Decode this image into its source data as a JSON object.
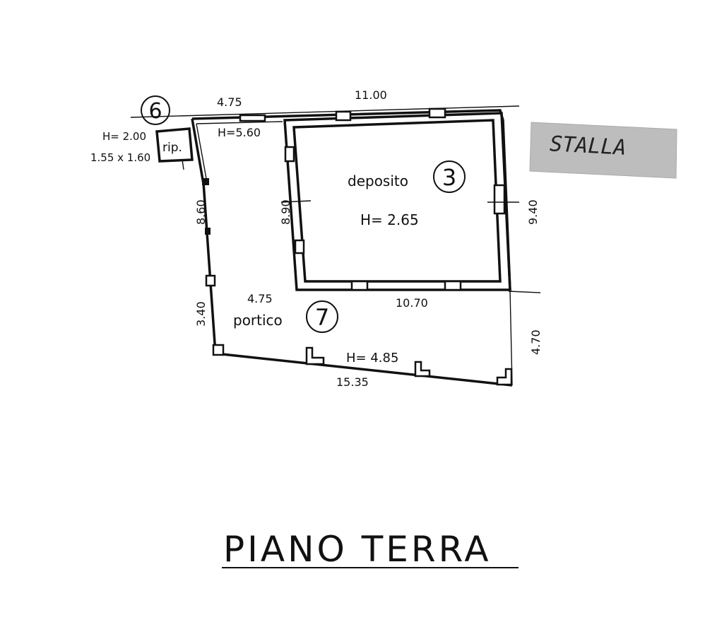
{
  "plan": {
    "title": "PIANO TERRA",
    "stamp": "STALLA",
    "rooms": {
      "deposito": {
        "name": "deposito",
        "number": "3",
        "height": "H= 2.65"
      },
      "portico": {
        "name": "portico",
        "number": "7",
        "height": "H= 4.85"
      },
      "corridor": {
        "number": "6",
        "height": "H=5.60"
      },
      "ripostiglio": {
        "name": "rip.",
        "height": "H= 2.00",
        "size": "1.55 x 1.60"
      }
    },
    "dimensions": {
      "top_left": "4.75",
      "top_right": "11.00",
      "left_upper": "8.60",
      "left_lower": "3.40",
      "deposito_left": "8.90",
      "deposito_right": "9.40",
      "portico_depth": "4.75",
      "deposito_bottom": "10.70",
      "right_lower": "4.70",
      "bottom": "15.35"
    }
  }
}
